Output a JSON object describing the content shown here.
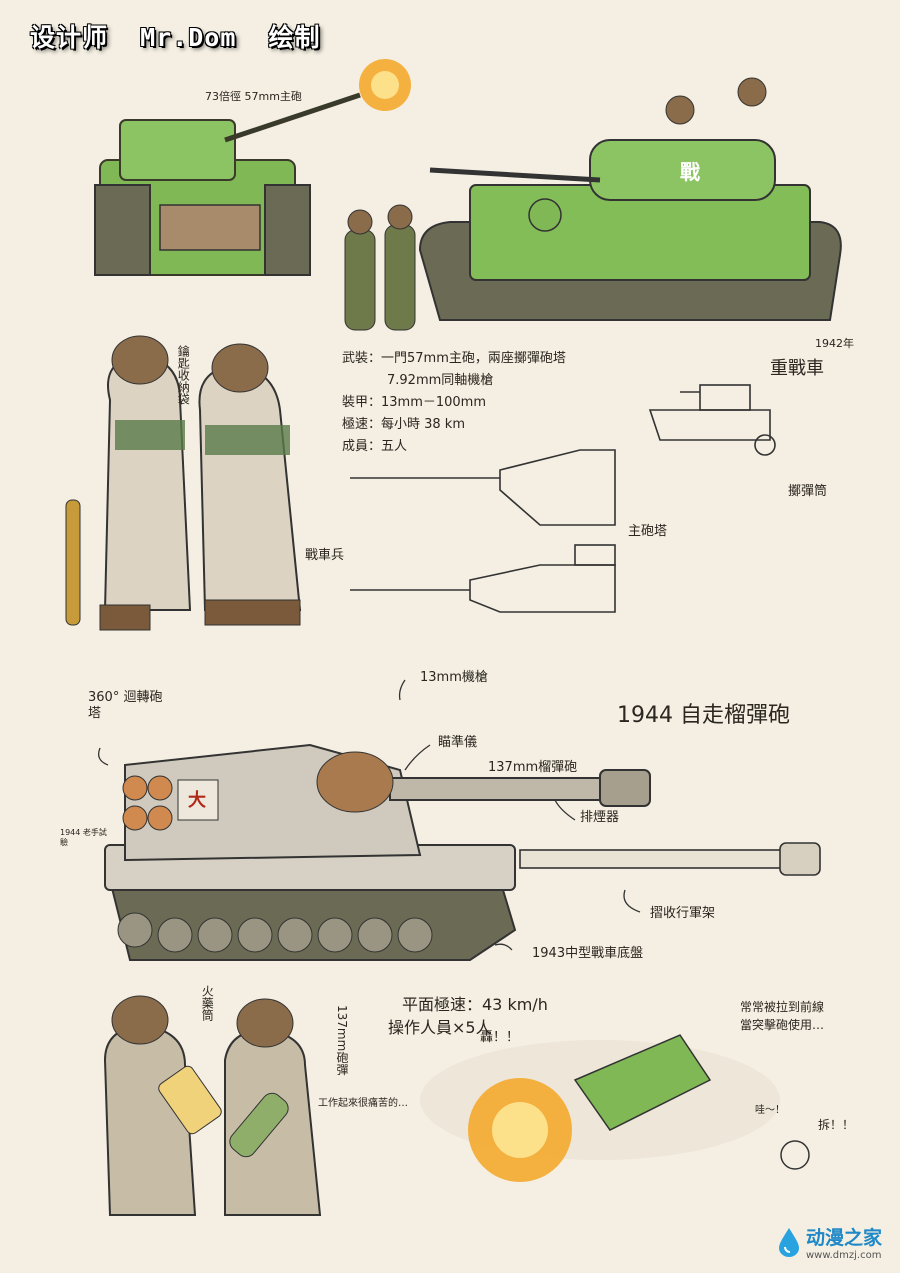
{
  "credit": "设计师  Mr.Dom  绘制",
  "top_section": {
    "gun_note": "73倍徑 57mm主砲",
    "year_tag": "1942年",
    "title": "重戰車",
    "turret_emblem": "戰",
    "specs": {
      "armament_1": "武裝：一門57mm主砲，兩座擲彈砲塔",
      "armament_2": "7.92mm同軸機槍",
      "armor": "裝甲：13mm－100mm",
      "speed": "極速：每小時 38 km",
      "crew": "成員：五人"
    },
    "grenade_tube_label": "擲彈筒",
    "main_turret_label": "主砲塔",
    "tanker_label": "戰車兵",
    "key_pouch_label": "鑰匙收納袋"
  },
  "bottom_section": {
    "title": "1944 自走榴彈砲",
    "rotating_turret": "360° 迴轉砲塔",
    "mg_label": "13mm機槍",
    "sight_label": "瞄準儀",
    "gun_label": "137mm榴彈砲",
    "muzzle_label": "排煙器",
    "travel_lock_label": "摺收行軍架",
    "chassis_label": "1943中型戰車底盤",
    "small_note": "1944 老手試驗",
    "hull_emblem": "大",
    "speed_line": "平面極速：43 km/h",
    "crew_line": "操作人員×5人",
    "charge_label": "火藥筒",
    "shell_label": "137mm砲彈",
    "work_note": "工作起來很痛苦的…",
    "sfx": "轟！！",
    "front_note_1": "常常被拉到前線",
    "front_note_2": "當突擊砲使用…",
    "shout_1": "哇～！",
    "shout_2": "拆！！"
  },
  "watermark": {
    "brand": "动漫之家",
    "url": "www.dmzj.com"
  },
  "colors": {
    "paper": "#f4efe2",
    "tank_green": "#7fb855",
    "camo_grey": "#cfcabd",
    "khaki": "#b8aa92",
    "brown": "#7a5a3a",
    "muzzle_flash": "#f5a623"
  }
}
